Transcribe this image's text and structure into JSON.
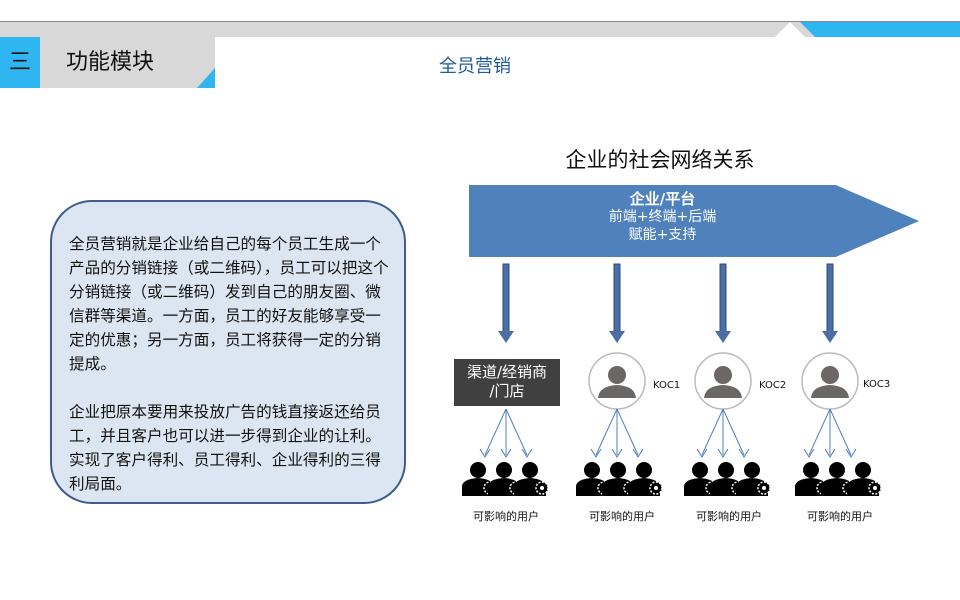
{
  "header": {
    "section_number": "三",
    "section_title": "功能模块",
    "subtitle": "全员营销"
  },
  "description": {
    "paragraph1": "全员营销就是企业给自己的每个员工生成一个产品的分销链接（或二维码），员工可以把这个分销链接（或二维码）发到自己的朋友圈、微信群等渠道。一方面，员工的好友能够享受一定的优惠；另一方面，员工将获得一定的分销提成。",
    "paragraph2": "企业把原本要用来投放广告的钱直接返还给员工，并且客户也可以进一步得到企业的让利。实现了客户得利、员工得利、企业得利的三得利局面。"
  },
  "diagram": {
    "title": "企业的社会网络关系",
    "platform": {
      "line1": "企业/平台",
      "line2": "前端+终端+后端",
      "line3": "赋能+支持"
    },
    "channel": {
      "line1": "渠道/经销商",
      "line2": "/门店"
    },
    "kocs": [
      "KOC1",
      "KOC2",
      "KOC3"
    ],
    "user_labels": [
      "可影响的用户",
      "可影响的用户",
      "可影响的用户",
      "可影响的用户"
    ]
  },
  "colors": {
    "accent": "#2fb5ef",
    "banner": "#4f81bd",
    "box_fill": "#dce6f2"
  }
}
